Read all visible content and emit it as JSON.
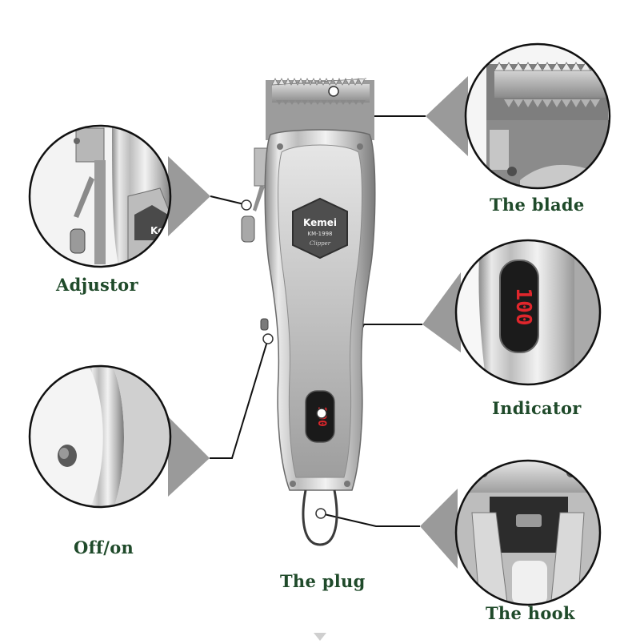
{
  "brand": {
    "name": "Kemei",
    "model": "KM-1998",
    "script": "Clipper"
  },
  "display": {
    "readout": "100",
    "color": "#e0262c"
  },
  "labels": {
    "blade": "The blade",
    "adjustor": "Adjustor",
    "indicator": "Indicator",
    "offon": "Off/on",
    "plug": "The plug",
    "hook": "The hook"
  },
  "colors": {
    "label_text": "#1f4a2a",
    "callout_line": "#111111",
    "callout_triangle": "#9a9a9a",
    "body_silver": "#c9c9c9"
  }
}
